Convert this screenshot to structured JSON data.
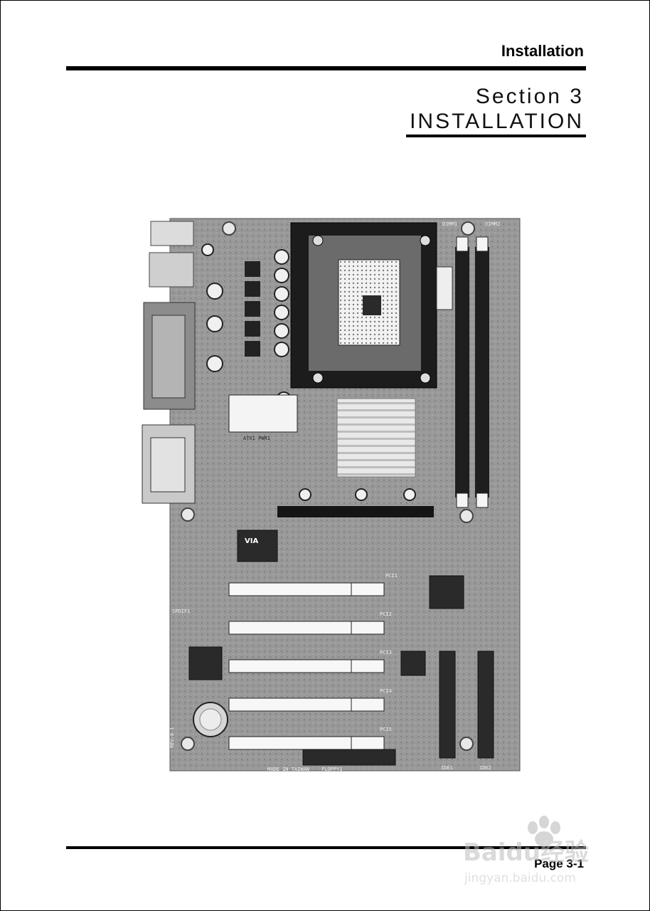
{
  "header": {
    "running_title": "Installation"
  },
  "section": {
    "number_label": "Section 3",
    "title": "INSTALLATION"
  },
  "figure": {
    "silkscreen": {
      "dimm1": "DIMM1",
      "dimm2": "DIMM2",
      "pci1": "PCI1",
      "pci2": "PCI2",
      "pci3": "PCI3",
      "pci4": "PCI4",
      "pci5": "PCI5",
      "ide1": "IDE1",
      "ide2": "IDE2",
      "floppy": "FLOPPY1",
      "made_in": "MADE IN TAIWAN",
      "spdif": "SPDIF1",
      "rev": "REV:0.1",
      "atx": "ATX1 PWR1",
      "via_logo": "VIA"
    }
  },
  "footer": {
    "page_number": "Page 3-1"
  },
  "watermark": {
    "brand": "Baidu经验",
    "url": "jingyan.baidu.com"
  }
}
